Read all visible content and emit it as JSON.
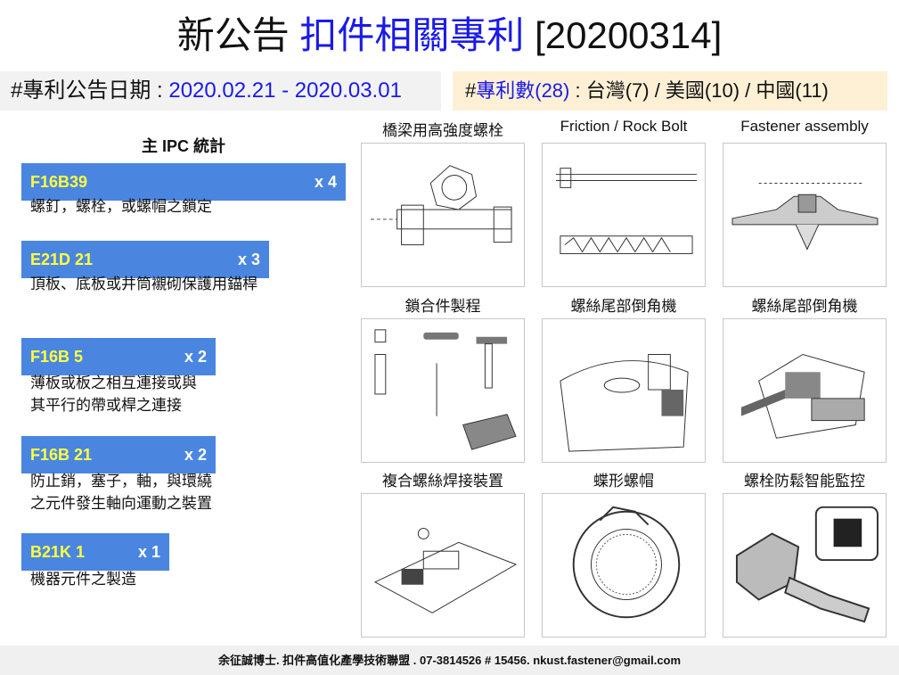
{
  "header": {
    "title_prefix": "新公告",
    "title_main": "扣件相關專利",
    "title_date": "[20200314]"
  },
  "date_band": {
    "label": "#專利公告日期 : ",
    "range": "2020.02.21 - 2020.03.01"
  },
  "count_band": {
    "prefix": "#",
    "label": "專利數(28)",
    "detail": " : 台灣(7) / 美國(10) / 中國(11)"
  },
  "ipc": {
    "title": "主 IPC 統計",
    "items": [
      {
        "code": "F16B39",
        "count": "x 4",
        "desc": [
          "螺釘，螺栓，或螺帽之鎖定"
        ]
      },
      {
        "code": "E21D 21",
        "count": "x 3",
        "desc": [
          "頂板、底板或井筒襯砌保護用錨桿"
        ]
      },
      {
        "code": "F16B 5",
        "count": "x 2",
        "desc": [
          "薄板或板之相互連接或與",
          "其平行的帶或桿之連接"
        ]
      },
      {
        "code": "F16B 21",
        "count": "x 2",
        "desc": [
          "防止銷，塞子，軸，與環繞",
          "之元件發生軸向運動之裝置"
        ]
      },
      {
        "code": "B21K 1",
        "count": "x 1",
        "desc": [
          "機器元件之製造"
        ]
      }
    ]
  },
  "patents": [
    {
      "title": "橋梁用高強度螺栓"
    },
    {
      "title": "Friction / Rock Bolt"
    },
    {
      "title": "Fastener assembly"
    },
    {
      "title": "鎖合件製程"
    },
    {
      "title": "螺絲尾部倒角機"
    },
    {
      "title": "螺絲尾部倒角機"
    },
    {
      "title": "複合螺絲焊接裝置"
    },
    {
      "title": "蝶形螺帽"
    },
    {
      "title": "螺栓防鬆智能監控"
    }
  ],
  "footer": "余征誠博士. 扣件高值化產學技術聯盟 . 07-3814526 # 15456.  nkust.fastener@gmail.com"
}
